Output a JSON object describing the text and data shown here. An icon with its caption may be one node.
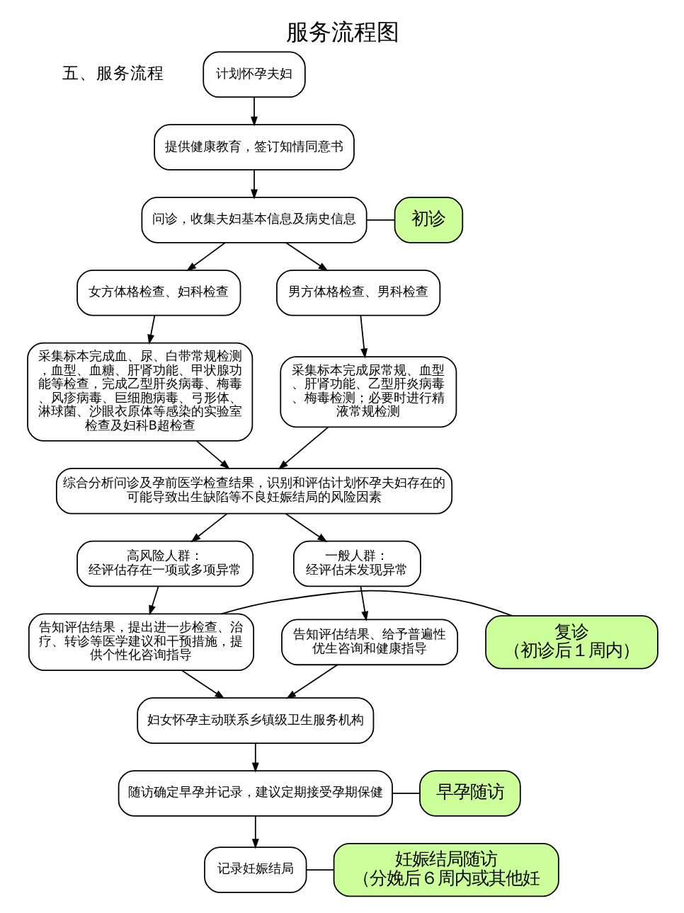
{
  "diagram": {
    "title": "服务流程图",
    "nodes": [
      {
        "text": [
          "计划怀孕夫妇"
        ]
      },
      {
        "text": [
          "提供健康教育，签订知情同意书"
        ]
      },
      {
        "text": [
          "问诊，收集夫妇基本信息及病史信息"
        ]
      },
      {
        "text": [
          "女方体格检查、妇科检查"
        ]
      },
      {
        "text": [
          "男方体格检查、男科检查"
        ]
      },
      {
        "text": [
          "采集标本完成血、尿、白带常规检测，血型、血糖、肝肾功能、甲状腺功能等检查，完成乙型肝炎病毒、梅毒、风疹病毒、巨细胞病毒、弓形体、淋球菌、沙眼衣原体等感染的实验室检查及妇科B超检查"
        ]
      },
      {
        "text": [
          "采集标本完成尿常规、血型、肝肾功能、乙型肝炎病毒、梅毒检测；必要时进行精液常规检测"
        ]
      },
      {
        "text": [
          "综合分析问诊及孕前医学检查结果，识别和评估计划怀孕夫妇存在的可能导致出生缺陷等不良妊娠结局的风险因素"
        ]
      },
      {
        "text": [
          "高风险人群：",
          "经评估存在一项或多项异常"
        ]
      },
      {
        "text": [
          "一般人群：",
          "经评估未发现异常"
        ]
      },
      {
        "text": [
          "告知评估结果，提出进一步检查、治疗、转诊等医学建议和干预措施，提供个性化咨询指导"
        ]
      },
      {
        "text": [
          "告知评估结果、给予普遍性优生咨询和健康指导"
        ]
      },
      {
        "text": [
          "妇女怀孕主动联系乡镇级卫生服务机构"
        ]
      },
      {
        "text": [
          "随访确定早孕并记录，建议定期接受孕期保健"
        ]
      },
      {
        "text": [
          "记录妊娠结局"
        ]
      },
      {
        "text": [
          "初诊"
        ]
      },
      {
        "text": [
          "复诊",
          "（初诊后１周内）"
        ]
      },
      {
        "text": [
          "早孕随访"
        ]
      },
      {
        "text": [
          "妊娠结局随访",
          "（分娩后６周内或其他妊"
        ]
      }
    ],
    "edges": [
      {
        "from": 0,
        "to": 1,
        "arrow": "to"
      },
      {
        "from": 1,
        "to": 2,
        "arrow": "to"
      },
      {
        "from": 2,
        "to": 3,
        "arrow": "to"
      },
      {
        "from": 2,
        "to": 4,
        "arrow": "to"
      },
      {
        "from": 3,
        "to": 5,
        "arrow": "to"
      },
      {
        "from": 4,
        "to": 6,
        "arrow": "to"
      },
      {
        "from": 5,
        "to": 7,
        "arrow": "to"
      },
      {
        "from": 6,
        "to": 7,
        "arrow": "to"
      },
      {
        "from": 7,
        "to": 8,
        "arrow": "to"
      },
      {
        "from": 7,
        "to": 9,
        "arrow": "to"
      },
      {
        "from": 8,
        "to": 10,
        "arrow": "to"
      },
      {
        "from": 9,
        "to": 11,
        "arrow": "to"
      },
      {
        "from": 10,
        "to": 12,
        "arrow": "to"
      },
      {
        "from": 11,
        "to": 12,
        "arrow": "to"
      },
      {
        "from": 12,
        "to": 13,
        "arrow": "to"
      },
      {
        "from": 13,
        "to": 14,
        "arrow": "to"
      },
      {
        "from": 15,
        "to": 2,
        "arrow": "none"
      },
      {
        "from": 16,
        "to": 10,
        "arrow": "none"
      },
      {
        "from": 17,
        "to": 13,
        "arrow": "none"
      },
      {
        "from": 18,
        "to": 14,
        "arrow": "none"
      }
    ],
    "labels": [
      "五、服务流程"
    ]
  }
}
